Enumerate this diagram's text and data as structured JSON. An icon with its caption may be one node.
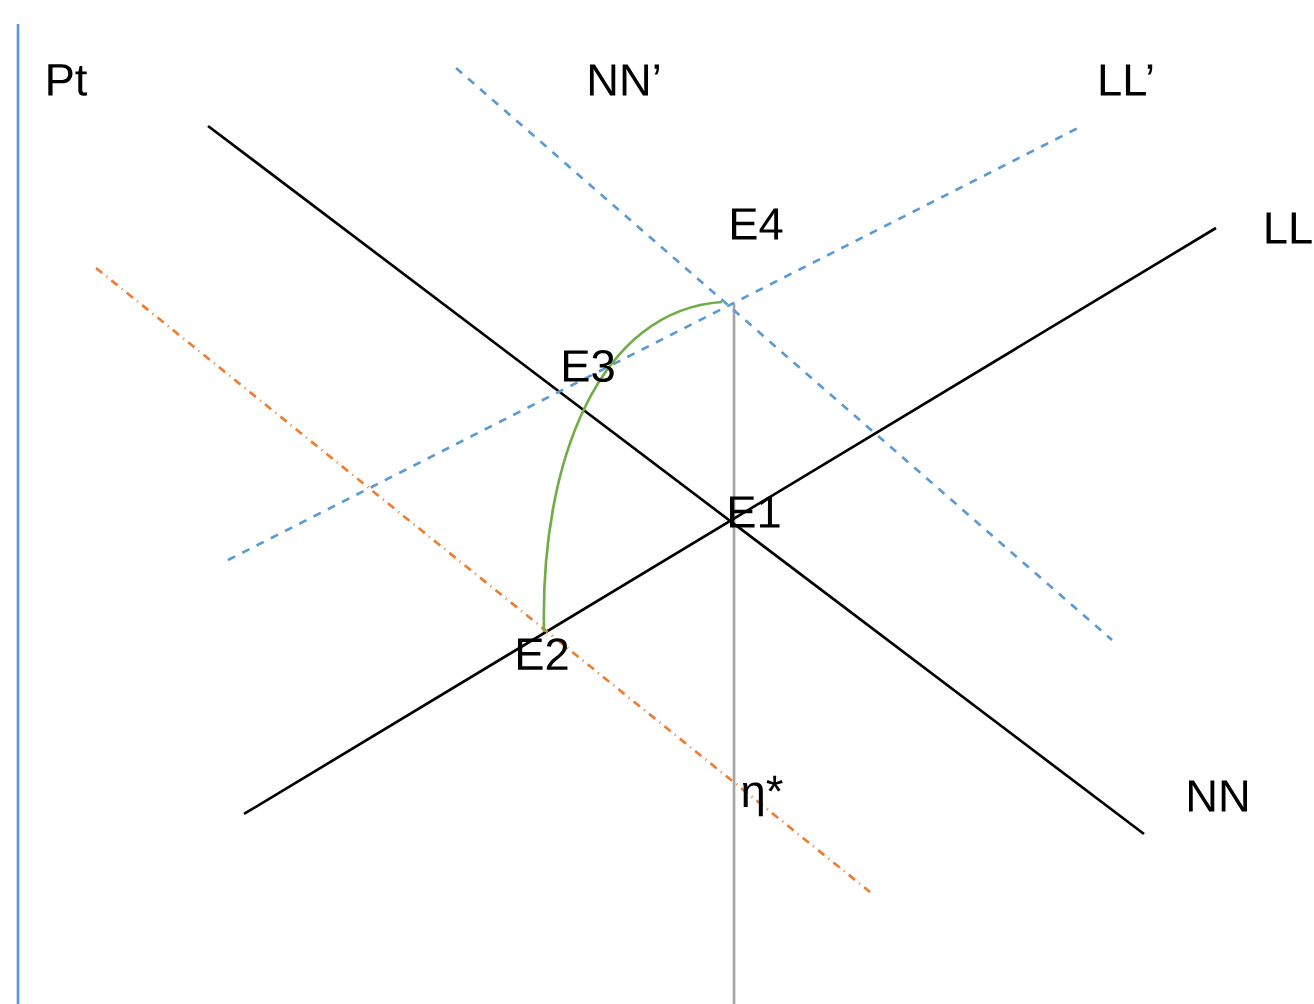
{
  "diagram": {
    "labels": [
      "Pt",
      "NN’",
      "LL’",
      "E4",
      "LL",
      "E3",
      "E1",
      "E2",
      "η*",
      "NN"
    ]
  }
}
